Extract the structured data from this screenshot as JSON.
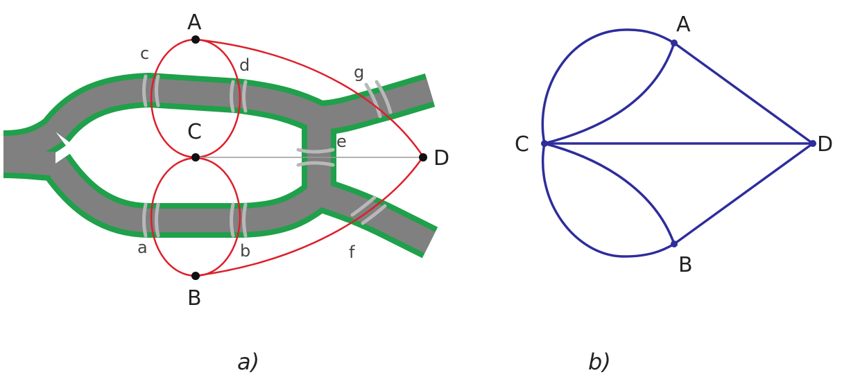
{
  "diagram_a": {
    "caption": "a)",
    "nodes": [
      {
        "id": "A",
        "label": "A"
      },
      {
        "id": "B",
        "label": "B"
      },
      {
        "id": "C",
        "label": "C"
      },
      {
        "id": "D",
        "label": "D"
      }
    ],
    "bridges": [
      {
        "id": "a",
        "label": "a"
      },
      {
        "id": "b",
        "label": "b"
      },
      {
        "id": "c",
        "label": "c"
      },
      {
        "id": "d",
        "label": "d"
      },
      {
        "id": "e",
        "label": "e"
      },
      {
        "id": "f",
        "label": "f"
      },
      {
        "id": "g",
        "label": "g"
      }
    ]
  },
  "diagram_b": {
    "caption": "b)",
    "nodes": [
      {
        "id": "A",
        "label": "A"
      },
      {
        "id": "B",
        "label": "B"
      },
      {
        "id": "C",
        "label": "C"
      },
      {
        "id": "D",
        "label": "D"
      }
    ]
  },
  "colors": {
    "river_bank": "#1fa04a",
    "river_water": "#808080",
    "bridge": "#b8b8b8",
    "path_a": "#dd1f2a",
    "graph_b": "#2d2d9c",
    "node_a": "#111111"
  }
}
